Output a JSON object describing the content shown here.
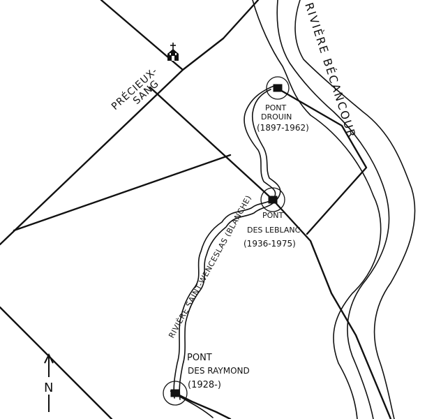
{
  "labels": {
    "river_becancour": "RIVIÈRE BÉCANCOUR",
    "village_line1": "PRÉCIEUX-",
    "village_line2": "SANG",
    "pont_drouin_line1": "PONT",
    "pont_drouin_line2": "DROUIN",
    "pont_drouin_years": "(1897-1962)",
    "river_saint_wenceslas": "RIVIÈRE SAINT-WENCESLAS (BLANCHE)",
    "pont_leblanc_line1": "PONT",
    "pont_leblanc_line2": "DES LEBLANC",
    "pont_leblanc_years": "(1936-1975)",
    "pont_raymond_line1": "PONT",
    "pont_raymond_line2": "DES RAYMOND",
    "pont_raymond_years": "(1928-)",
    "north_arrow": "N"
  },
  "icons": {
    "church": "church-icon",
    "bridge": "bridge-marker-icon",
    "north": "north-arrow-icon"
  },
  "colors": {
    "ink": "#111111",
    "paper": "#ffffff"
  }
}
